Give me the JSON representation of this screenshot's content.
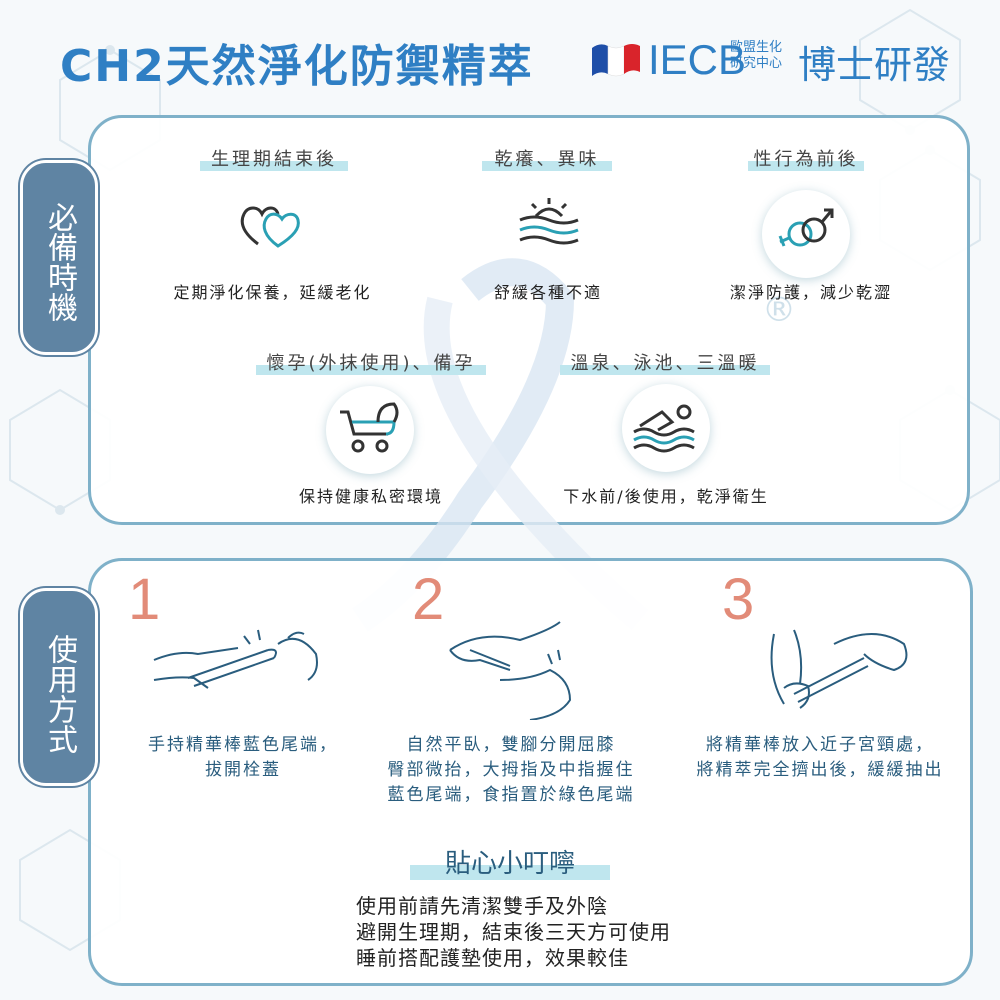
{
  "header": {
    "title": "CH2天然淨化防禦精萃",
    "brand": "IECB",
    "brand_sub_line1": "歐盟生化",
    "brand_sub_line2": "研究中心",
    "brand_dev": "博士研發"
  },
  "section1": {
    "tab_label": "必備時機",
    "items": [
      {
        "heading": "生理期結束後",
        "icon": "hearts-icon",
        "desc": "定期淨化保養，延緩老化"
      },
      {
        "heading": "乾癢、異味",
        "icon": "soothing-waves-icon",
        "desc": "舒緩各種不適"
      },
      {
        "heading": "性行為前後",
        "icon": "gender-symbols-icon",
        "desc": "潔淨防護，減少乾澀"
      },
      {
        "heading": "懷孕(外抹使用)、備孕",
        "icon": "stroller-icon",
        "desc": "保持健康私密環境"
      },
      {
        "heading": "溫泉、泳池、三溫暖",
        "icon": "swimmer-icon",
        "desc": "下水前/後使用，乾淨衛生"
      }
    ]
  },
  "section2": {
    "tab_label": "使用方式",
    "steps": [
      {
        "num": "1",
        "line1": "手持精華棒藍色尾端，",
        "line2": "拔開栓蓋",
        "line3": ""
      },
      {
        "num": "2",
        "line1": "自然平臥，雙腳分開屈膝",
        "line2": "臀部微抬，大拇指及中指握住",
        "line3": "藍色尾端，食指置於綠色尾端"
      },
      {
        "num": "3",
        "line1": "將精華棒放入近子宮頸處，",
        "line2": "將精萃完全擠出後，緩緩抽出",
        "line3": ""
      }
    ],
    "tips_title": "貼心小叮嚀",
    "tips": [
      "使用前請先清潔雙手及外陰",
      "避開生理期，結束後三天方可使用",
      "睡前搭配護墊使用，效果較佳"
    ]
  },
  "colors": {
    "accent": "#2f7fc4",
    "tab": "#5f84a3",
    "step_number": "#e28b78",
    "highlight": "#bfe6ee"
  }
}
